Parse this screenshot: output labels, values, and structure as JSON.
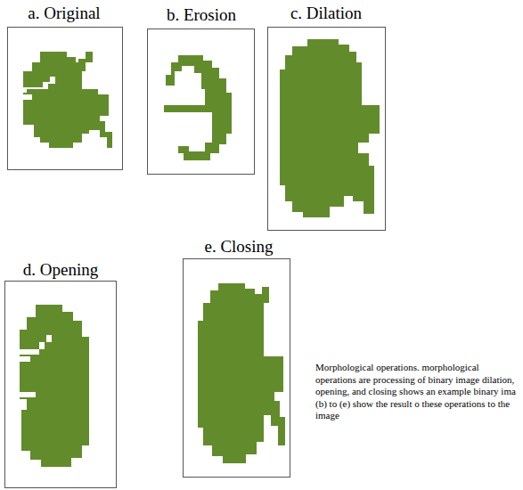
{
  "diagram": {
    "caption": "Morphological operations. morphological operations are processing of binary image dilation, opening, and closing shows an example binary ima (b) to (e) show the result o these operations to the image",
    "labels": [
      "a. Original",
      "b. Erosion",
      "c. Dilation",
      "d. Opening",
      "e. Closing"
    ]
  }
}
